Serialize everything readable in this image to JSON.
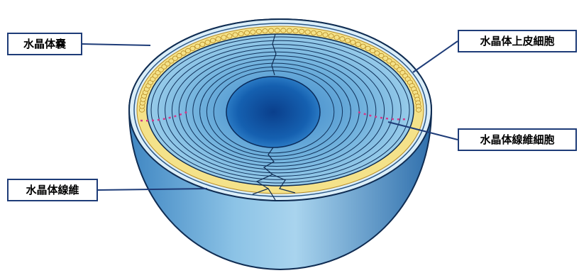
{
  "labels": {
    "capsule": "水晶体嚢",
    "epithelium": "水晶体上皮細胞",
    "fiber_cells": "水晶体線維細胞",
    "fibers": "水晶体線維"
  },
  "colors": {
    "outer_shell": "#5e9fcf",
    "inner_surface": "#8cc6e4",
    "ring_line": "#10325c",
    "nucleus": "#0d4fa0",
    "epithelium_band": "#f4e28a",
    "cell_outline": "#b88a20",
    "dotted_marker": "#d03a8a",
    "leader_line": "#1e3c78"
  }
}
